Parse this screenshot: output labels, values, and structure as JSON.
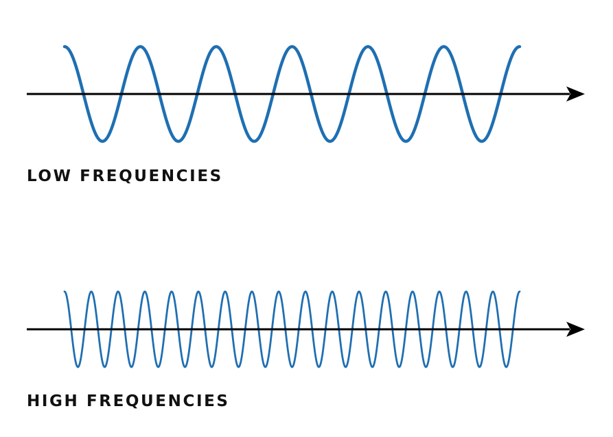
{
  "colors": {
    "wave": "#1f6fb2",
    "axis": "#000000",
    "label": "#111111"
  },
  "diagrams": [
    {
      "id": "low",
      "label": "LOW FREQUENCIES",
      "cycles": 6
    },
    {
      "id": "high",
      "label": "HIGH FREQUENCIES",
      "cycles": 17
    }
  ]
}
